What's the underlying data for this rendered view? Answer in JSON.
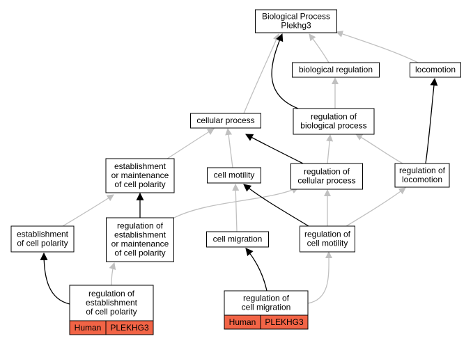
{
  "colors": {
    "inferred_edge": "#c0c0c0",
    "direct_edge": "#000000",
    "tag_fill": "#f26446",
    "node_fill": "#ffffff"
  },
  "nodes": {
    "bp": {
      "lines": [
        "Biological Process",
        "Plekhg3"
      ]
    },
    "bioreg": {
      "lines": [
        "biological regulation"
      ]
    },
    "locomotion": {
      "lines": [
        "locomotion"
      ]
    },
    "cellproc": {
      "lines": [
        "cellular process"
      ]
    },
    "regbio": {
      "lines": [
        "regulation of",
        "biological process"
      ]
    },
    "estmaint": {
      "lines": [
        "establishment",
        "or maintenance",
        "of cell polarity"
      ]
    },
    "motility": {
      "lines": [
        "cell motility"
      ]
    },
    "regcell": {
      "lines": [
        "regulation of",
        "cellular process"
      ]
    },
    "regloco": {
      "lines": [
        "regulation of",
        "locomotion"
      ]
    },
    "estpol": {
      "lines": [
        "establishment",
        "of cell polarity"
      ]
    },
    "regestmaint": {
      "lines": [
        "regulation of",
        "establishment",
        "or maintenance",
        "of cell polarity"
      ]
    },
    "migration": {
      "lines": [
        "cell migration"
      ]
    },
    "regmot": {
      "lines": [
        "regulation of",
        "cell motility"
      ]
    },
    "regest": {
      "lines": [
        "regulation of",
        "establishment",
        "of cell polarity"
      ]
    },
    "regmig": {
      "lines": [
        "regulation of",
        "cell migration"
      ]
    }
  },
  "annotations": [
    {
      "node": "regest",
      "species": "Human",
      "gene": "PLEKHG3"
    },
    {
      "node": "regmig",
      "species": "Human",
      "gene": "PLEKHG3"
    }
  ]
}
